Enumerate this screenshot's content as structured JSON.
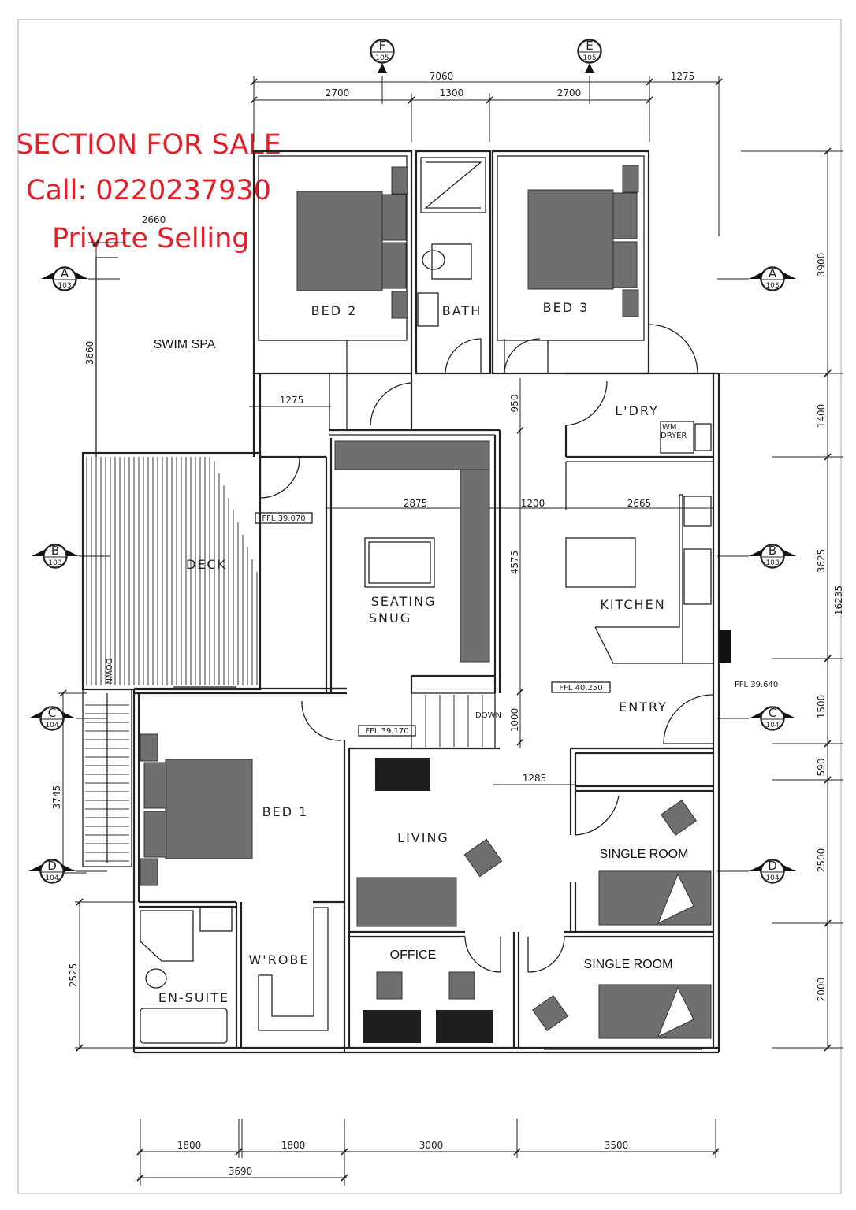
{
  "promo": {
    "headline": "SECTION FOR SALE",
    "phone": "Call: 0220237930",
    "note": "Private Selling"
  },
  "rooms": {
    "bed2": "BED 2",
    "bath": "BATH",
    "bed3": "BED 3",
    "swim_spa": "SWIM SPA",
    "laundry": "L'DRY",
    "wm": "WM",
    "dryer": "DRYER",
    "deck": "DECK",
    "seating_1": "SEATING",
    "seating_2": "SNUG",
    "kitchen": "KITCHEN",
    "entry": "ENTRY",
    "bed1": "BED 1",
    "living": "LIVING",
    "single_room_1": "SINGLE ROOM",
    "single_room_2": "SINGLE ROOM",
    "office": "OFFICE",
    "wrobe": "W'ROBE",
    "ensuite": "EN-SUITE",
    "down_stairs": "DOWN",
    "down_ramp": "DOWN"
  },
  "floor_levels": {
    "deck": "FFL 39.070",
    "entry": "FFL 40.250",
    "stairs": "FFL 39.170",
    "outside": "FFL 39.640"
  },
  "section_markers": [
    {
      "id": "A",
      "sheet": "103"
    },
    {
      "id": "A",
      "sheet": "103"
    },
    {
      "id": "B",
      "sheet": "103"
    },
    {
      "id": "B",
      "sheet": "103"
    },
    {
      "id": "C",
      "sheet": "104"
    },
    {
      "id": "C",
      "sheet": "104"
    },
    {
      "id": "D",
      "sheet": "104"
    },
    {
      "id": "D",
      "sheet": "104"
    },
    {
      "id": "F",
      "sheet": "105"
    },
    {
      "id": "E",
      "sheet": "105"
    }
  ],
  "dimensions": {
    "top_total": "7060",
    "top_right": "1275",
    "top_1": "2700",
    "top_2": "1300",
    "top_3": "2700",
    "spa_width": "2660",
    "spa_depth": "3660",
    "passage": "1275",
    "snug_width": "2875",
    "mid_gap": "1200",
    "kitchen_width": "2665",
    "hall_950": "950",
    "hall_4575": "4575",
    "hall_1000": "1000",
    "hall_1285": "1285",
    "right_3900": "3900",
    "right_1400": "1400",
    "right_3625": "3625",
    "right_total": "16235",
    "right_1500": "1500",
    "right_590": "590",
    "right_2500": "2500",
    "right_2000": "2000",
    "left_3745": "3745",
    "left_2525": "2525",
    "bottom_1": "1800",
    "bottom_2": "1800",
    "bottom_3": "3000",
    "bottom_4": "3500",
    "bottom_total": "3690"
  },
  "colors": {
    "promo_red": "#e0202a",
    "line": "#222222",
    "furniture": "#6f6f6f",
    "dark_furniture": "#1e1e1e"
  }
}
